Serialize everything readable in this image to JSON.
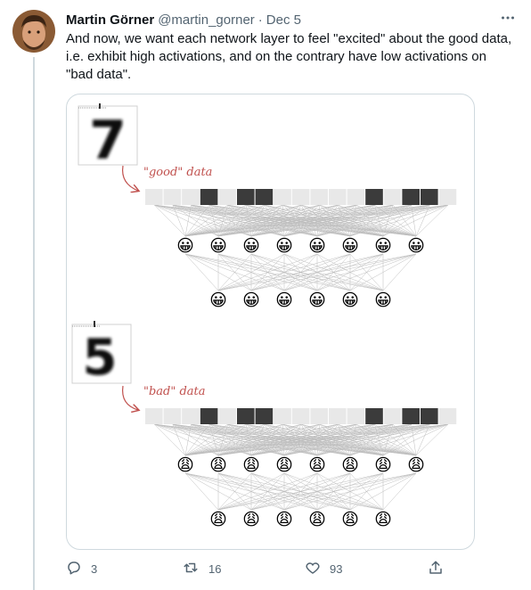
{
  "tweet": {
    "author_name": "Martin Görner",
    "handle": "@martin_gorner",
    "separator": "·",
    "date": "Dec 5",
    "text": "And now, we want each network layer to feel \"excited\" about the good data, i.e. exhibit high activations, and on the contrary have low activations on \"bad data\"."
  },
  "media": {
    "good_label": "\"good\" data",
    "bad_label": "\"bad\" data",
    "good_digit": "7",
    "bad_digit": "5",
    "good_emoji": "😀",
    "bad_emoji": "😩"
  },
  "actions": {
    "reply_count": "3",
    "retweet_count": "16",
    "like_count": "93"
  },
  "icons": {
    "more": "more-horizontal-icon",
    "reply": "reply-icon",
    "retweet": "retweet-icon",
    "like": "heart-icon",
    "share": "share-icon"
  },
  "colors": {
    "accent_handwriting": "#c0504d",
    "muted_text": "#536471",
    "border": "#cfd9de"
  }
}
